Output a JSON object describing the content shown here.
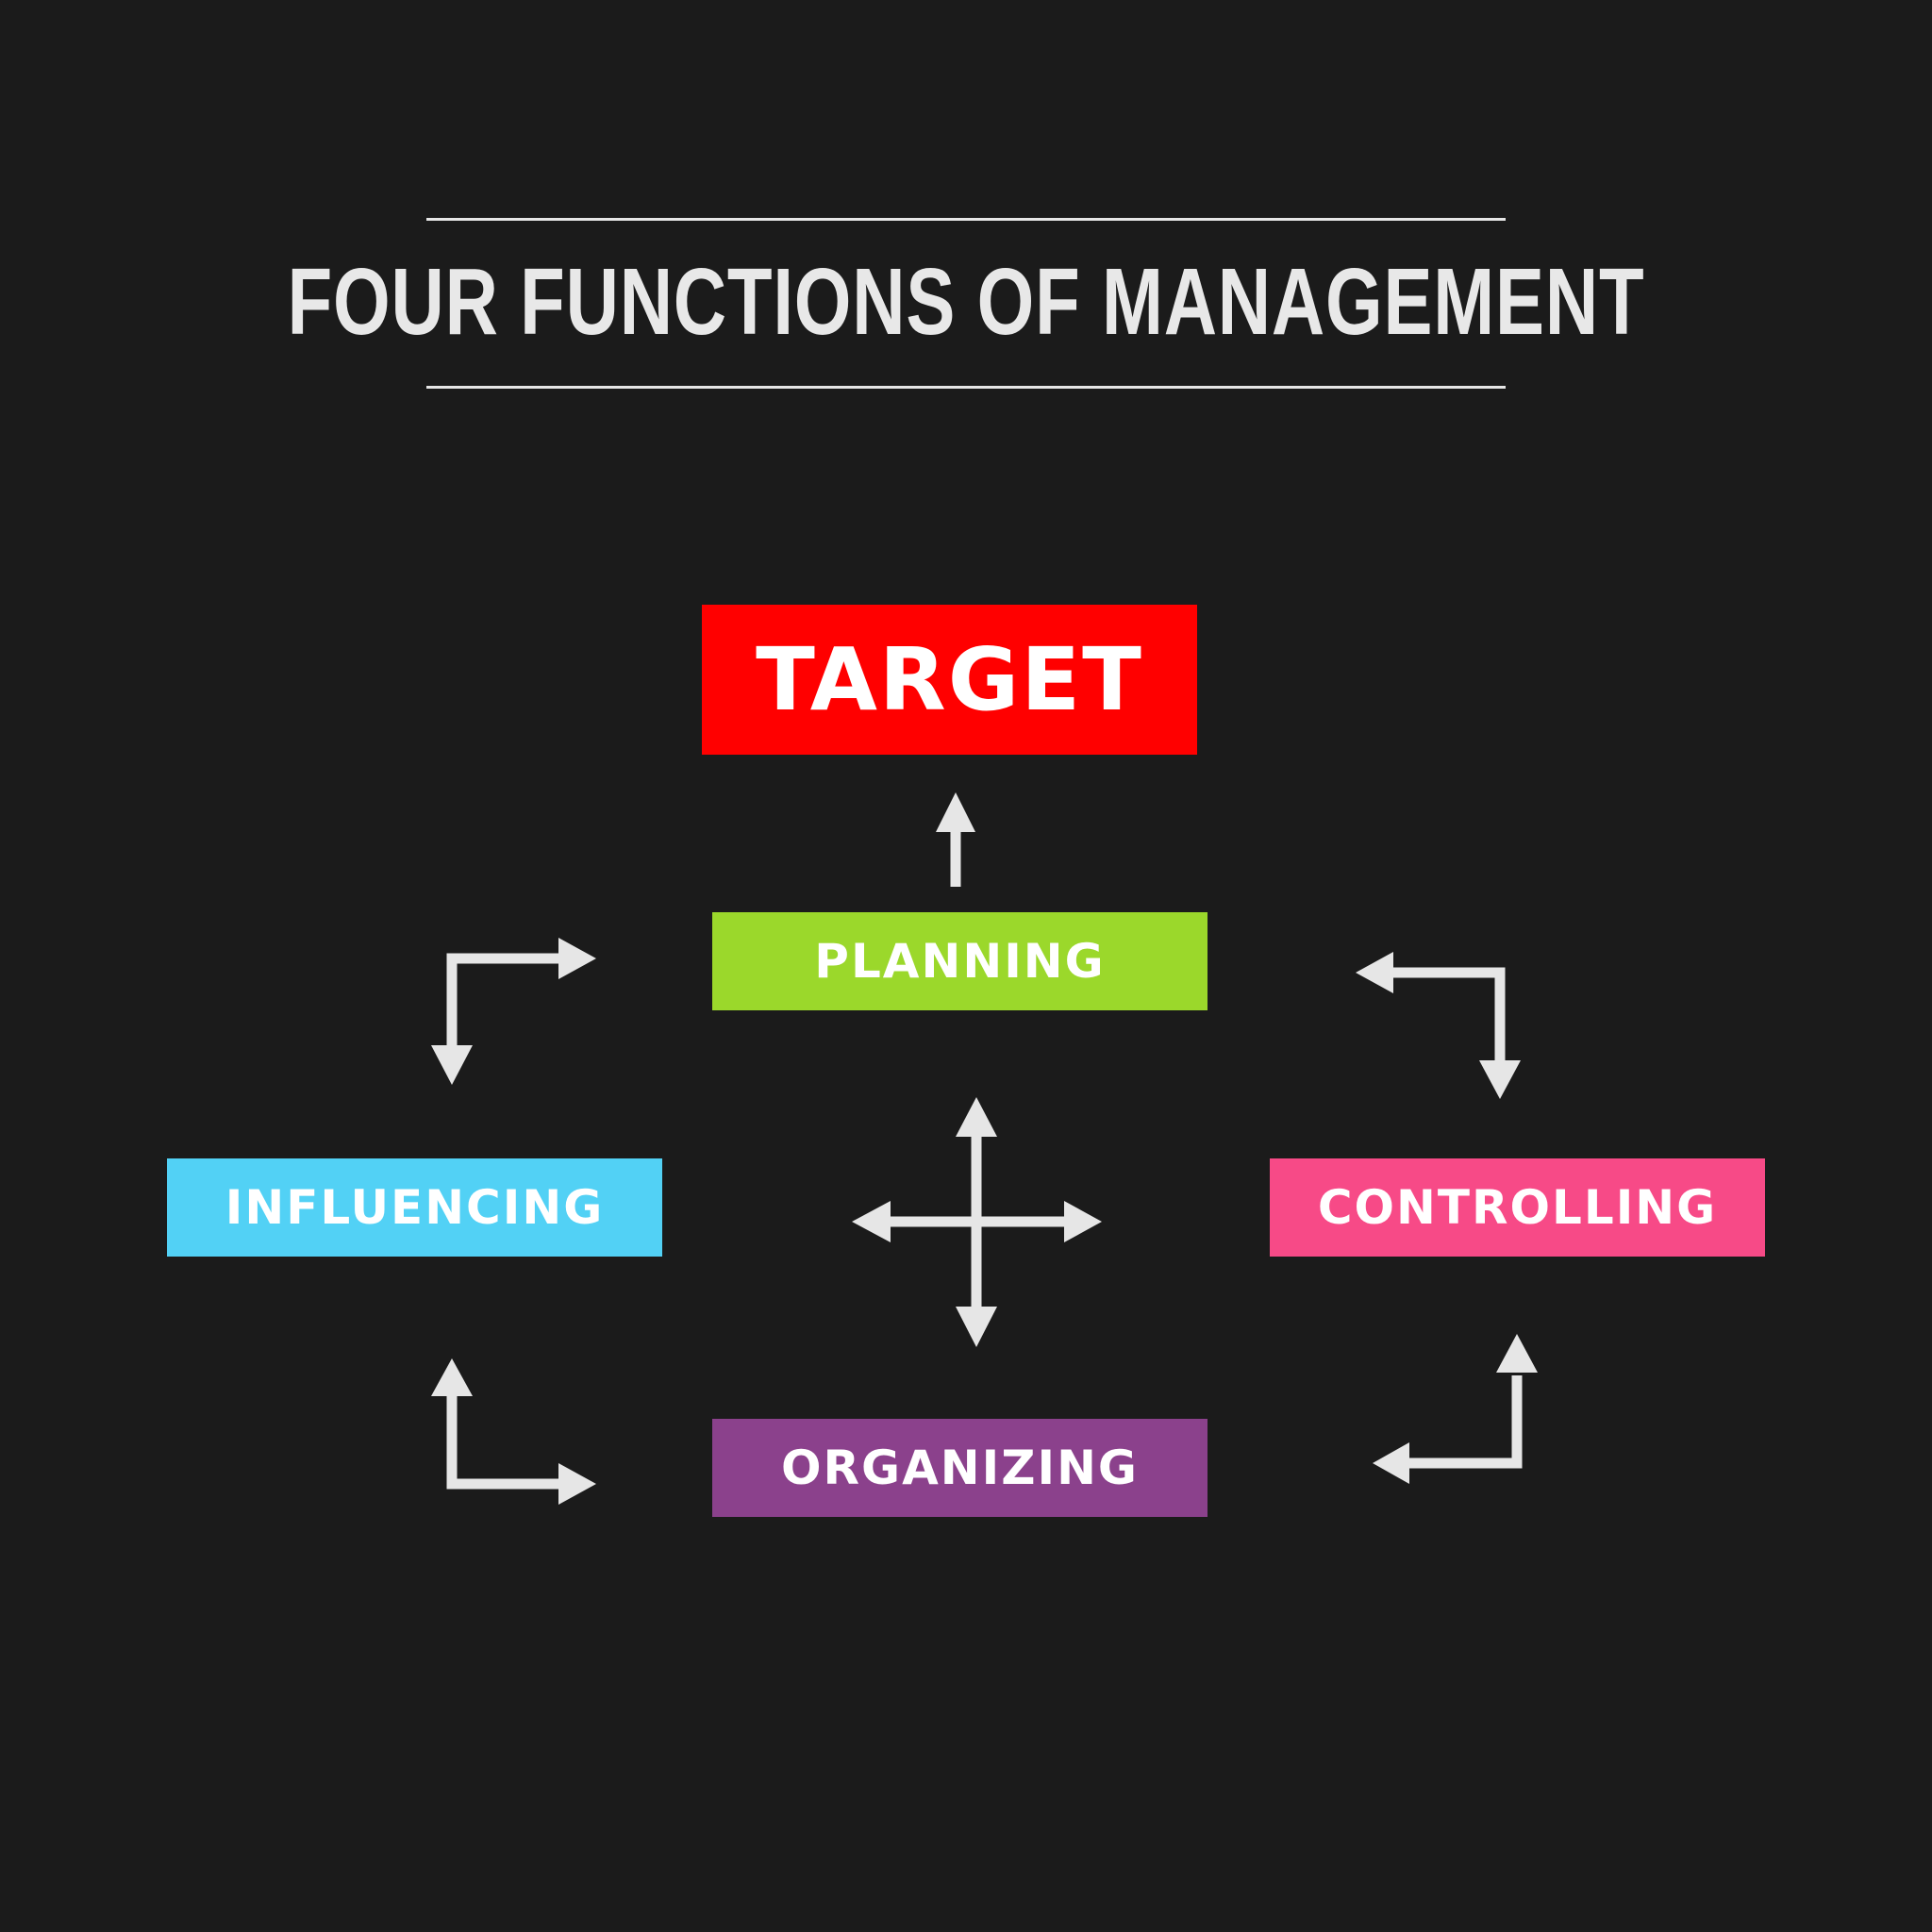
{
  "title": "FOUR FUNCTIONS OF MANAGEMENT",
  "nodes": {
    "target": {
      "label": "TARGET",
      "color": "#ff0000"
    },
    "planning": {
      "label": "PLANNING",
      "color": "#9bd82b"
    },
    "influencing": {
      "label": "INFLUENCING",
      "color": "#52d1f5"
    },
    "controlling": {
      "label": "CONTROLLING",
      "color": "#f74a87"
    },
    "organizing": {
      "label": "ORGANIZING",
      "color": "#8b418c"
    }
  },
  "colors": {
    "background": "#1b1b1b",
    "text": "#ffffff",
    "arrow": "#e6e6e6"
  }
}
